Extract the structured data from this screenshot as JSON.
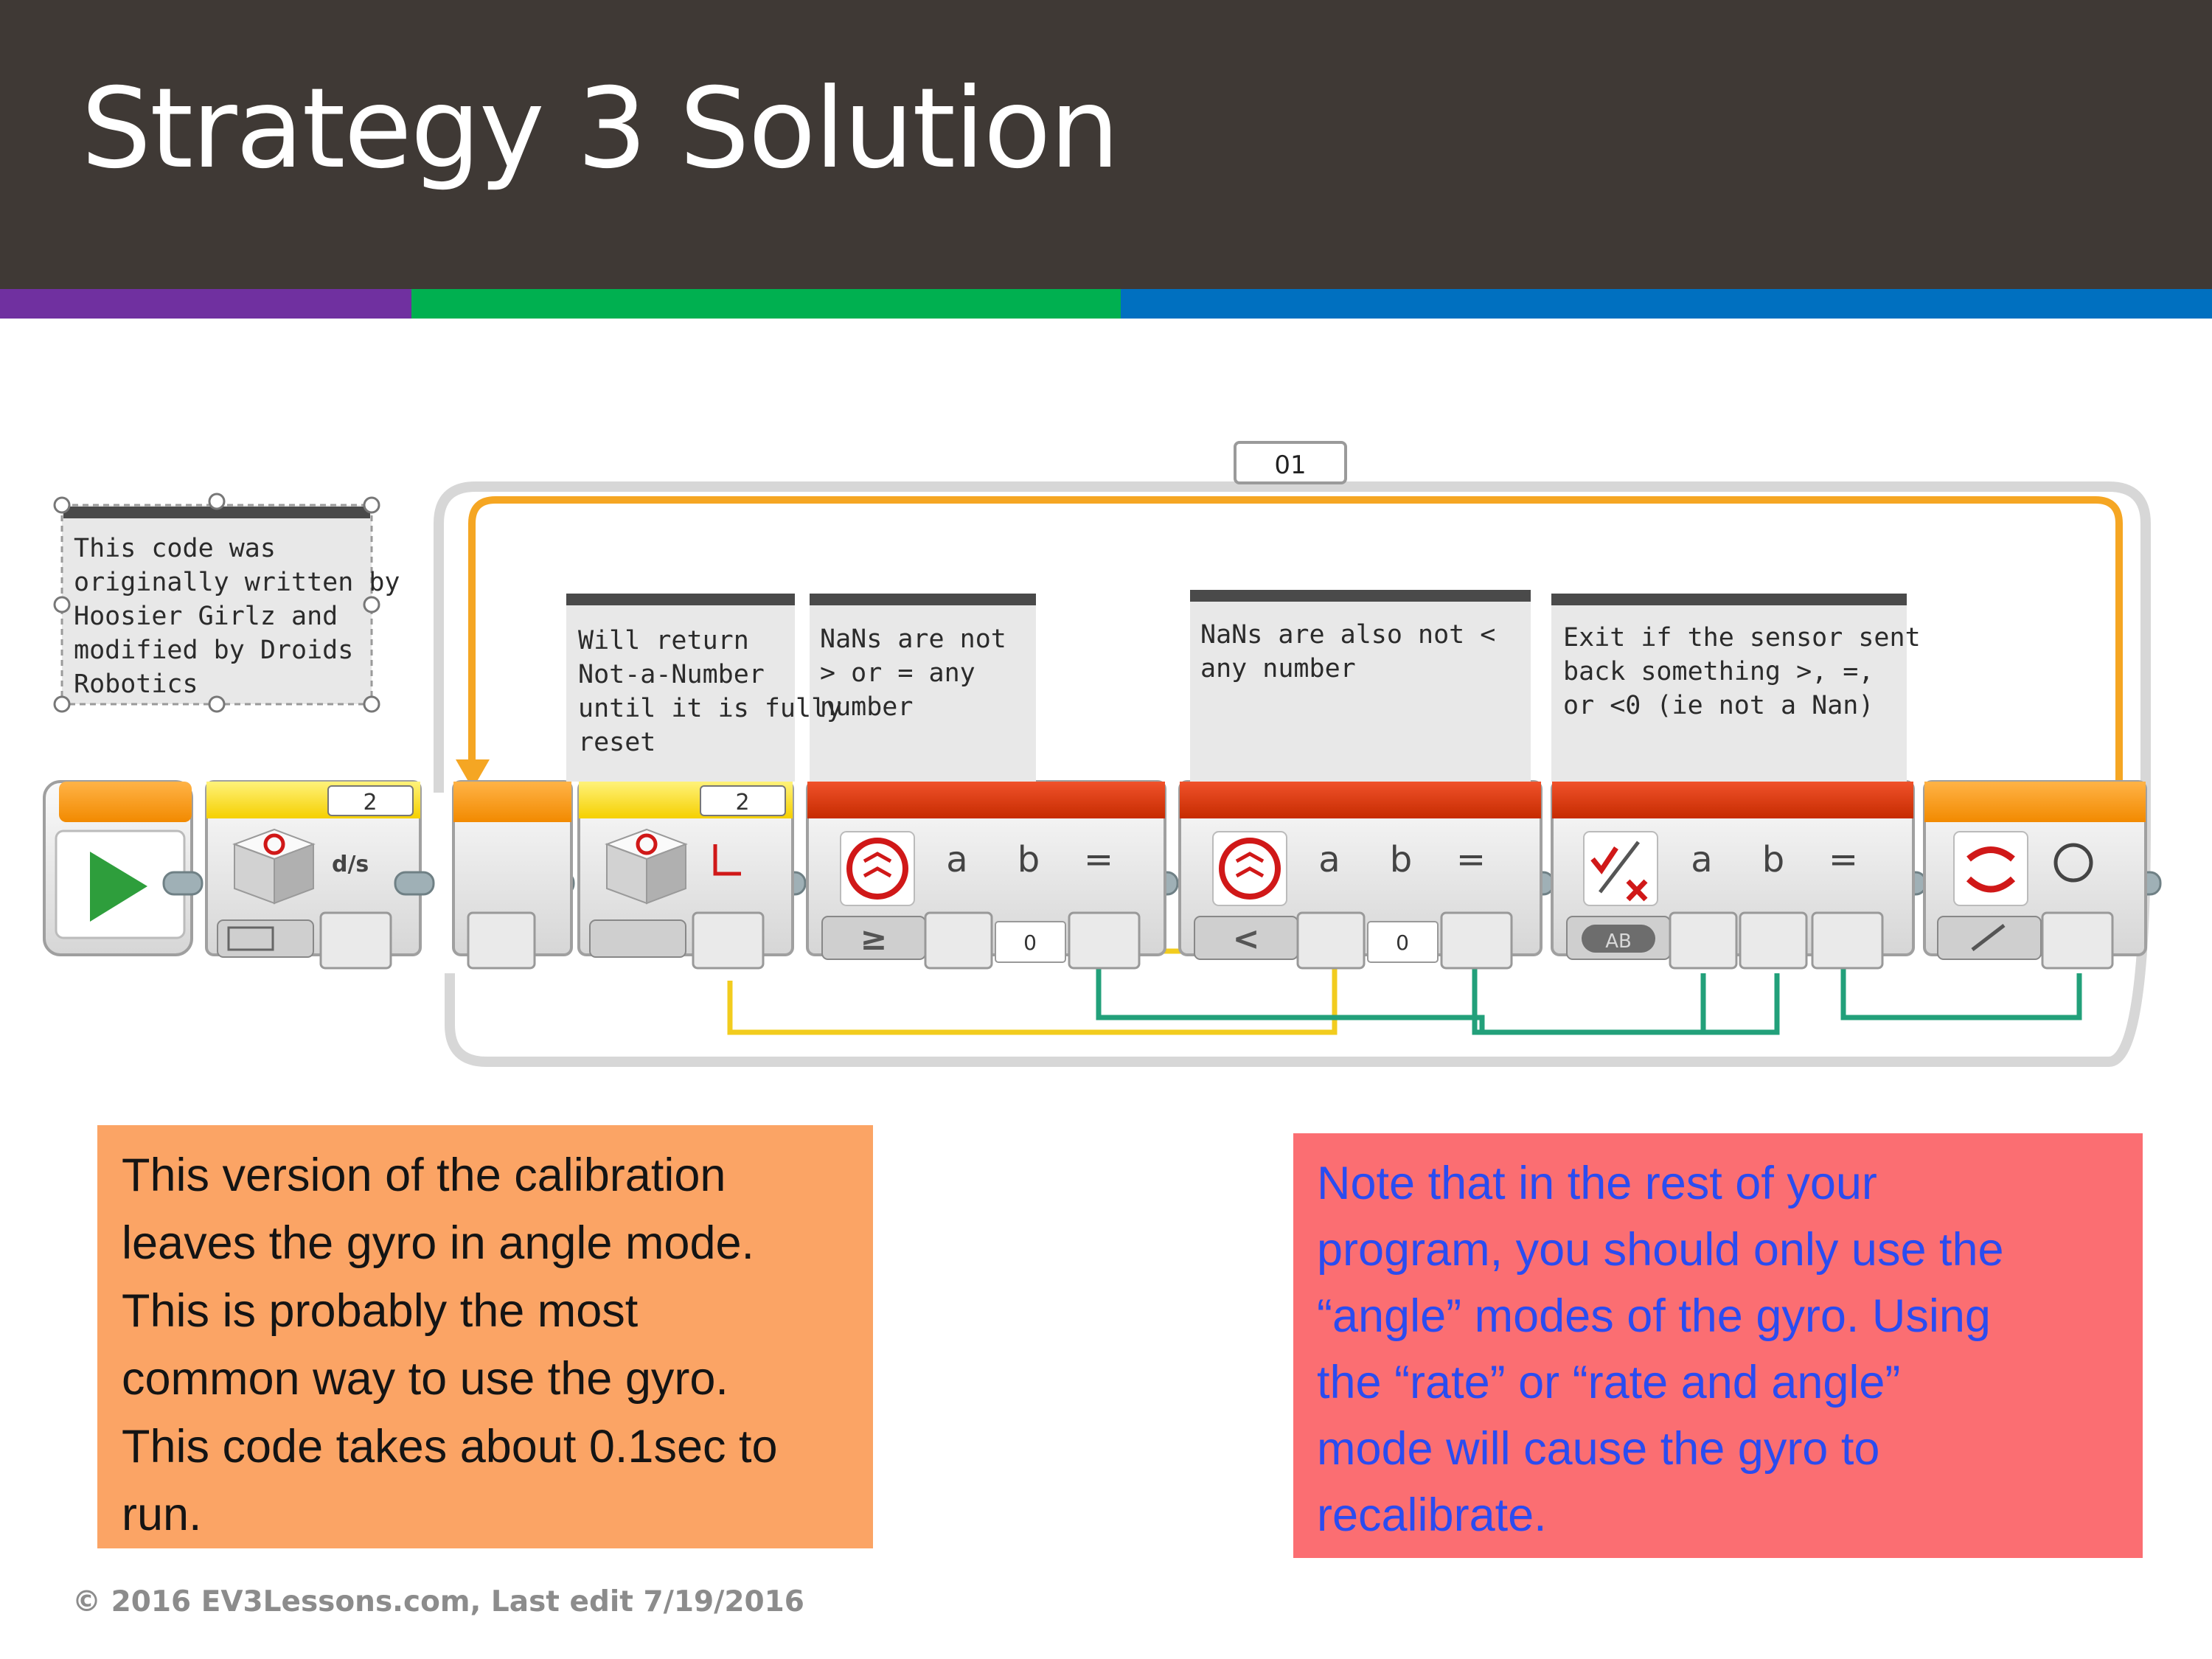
{
  "slide": {
    "title": "Strategy 3 Solution",
    "footer": "© 2016 EV3Lessons.com, Last edit 7/19/2016"
  },
  "stripe_colors": [
    "#7030a0",
    "#00b050",
    "#0070c0"
  ],
  "program": {
    "loop_label": "01",
    "author_comment": [
      "This code was",
      "originally written by",
      "Hoosier Girlz and",
      "modified by Droids",
      "Robotics"
    ],
    "comments": [
      [
        "Will return",
        "Not-a-Number",
        "until it is fully",
        "reset"
      ],
      [
        "NaNs are not",
        "> or = any",
        "number"
      ],
      [
        "NaNs are also not <",
        "any number"
      ],
      [
        "Exit if the sensor sent",
        "back something >, =,",
        "or <0 (ie not a Nan)"
      ]
    ],
    "gyro_port_1": "2",
    "gyro_port_2": "2",
    "gyro_mode_1": "d/s",
    "compare_1": {
      "op": "≥",
      "a": "a",
      "b": "b",
      "result": "=",
      "value": "0"
    },
    "compare_2": {
      "op": "<",
      "a": "a",
      "b": "b",
      "result": "=",
      "value": "0"
    },
    "logic": {
      "a": "a",
      "b": "b",
      "result": "=",
      "mode": "AB"
    },
    "icons": [
      "play-icon",
      "gyro-sensor-icon",
      "compare-icon",
      "logic-icon",
      "loop-interrupt-icon",
      "loop-icon"
    ]
  },
  "left_box": {
    "lines": [
      "This version of the calibration",
      "leaves the gyro in angle mode.",
      "This is probably the most",
      "common way to use the gyro.",
      "This code takes about 0.1sec to",
      "run."
    ],
    "color": "#fba465"
  },
  "right_box": {
    "lines": [
      "Note that in the rest of your",
      "program, you should only use the",
      "“angle” modes of the gyro. Using",
      "the “rate” or “rate and angle”",
      "mode will cause the gyro to",
      "recalibrate."
    ],
    "color": "#fb6e72",
    "text_color": "#2a4cf0"
  }
}
